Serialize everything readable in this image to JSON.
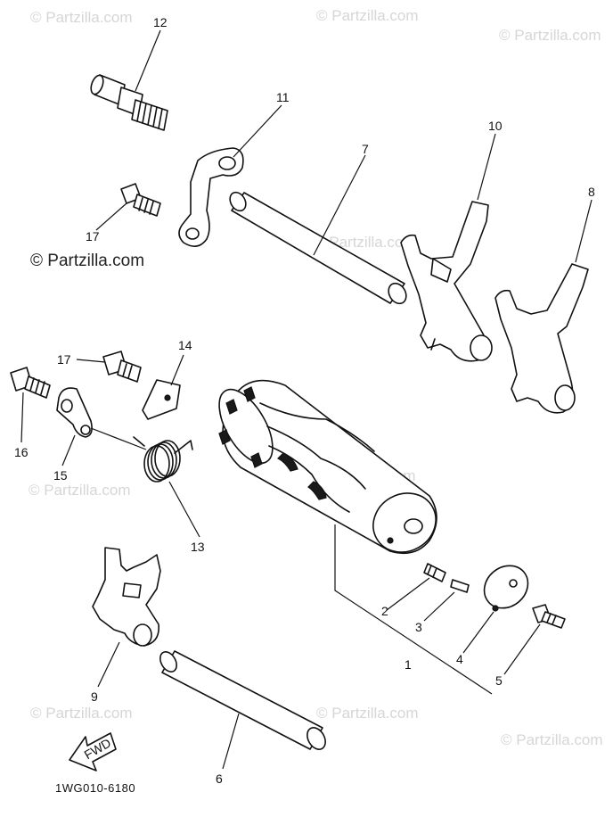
{
  "watermarks": {
    "top_left": "© Partzilla.com",
    "top_center": "© Partzilla.com",
    "top_right": "© Partzilla.com",
    "mid_left": "© Partzilla.com",
    "mid_center": "© Partzilla.com",
    "center_left": "© Partzilla.com",
    "center_right": "© Partzilla.com",
    "bottom_left": "© Partzilla.com",
    "bottom_center": "© Partzilla.com",
    "bottom_right": "© Partzilla.com"
  },
  "callouts": {
    "c1": "1",
    "c2": "2",
    "c3": "3",
    "c4": "4",
    "c5": "5",
    "c6": "6",
    "c7": "7",
    "c8": "8",
    "c9": "9",
    "c10": "10",
    "c11": "11",
    "c12": "12",
    "c13": "13",
    "c14": "14",
    "c15": "15",
    "c16": "16",
    "c17a": "17",
    "c17b": "17"
  },
  "fwd_label": "FWD",
  "diagram_code": "1WG010-6180"
}
